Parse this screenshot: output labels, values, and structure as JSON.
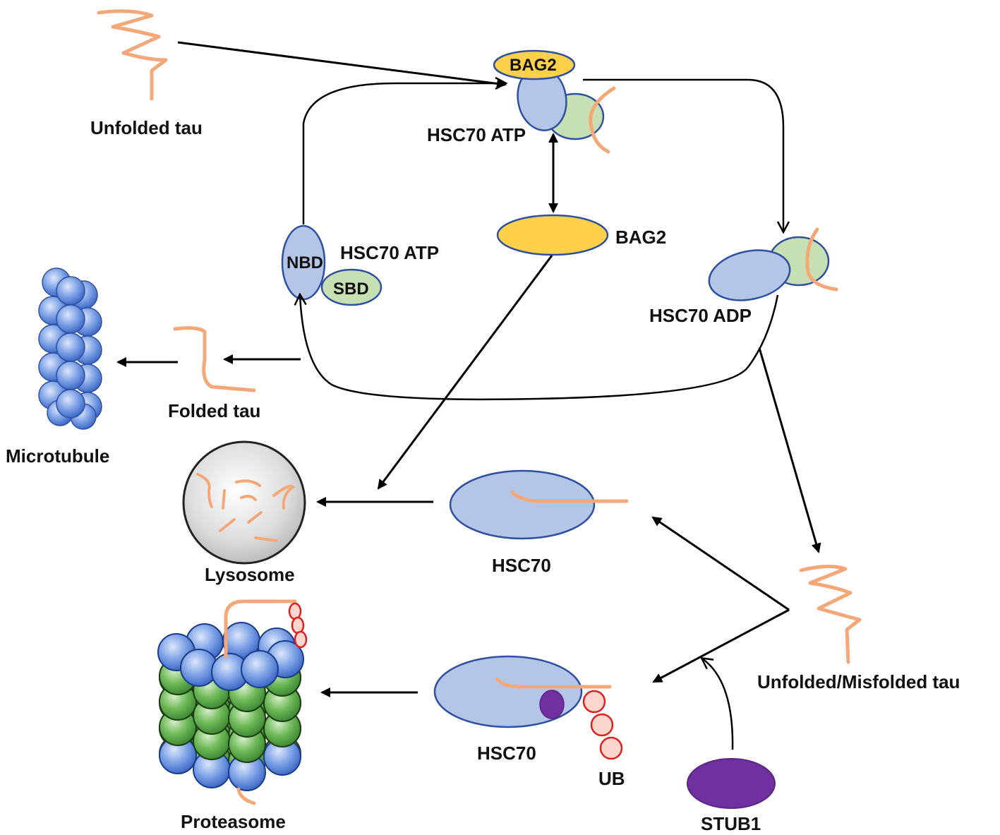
{
  "labels": {
    "unfolded_tau": "Unfolded tau",
    "bag2_top": "BAG2",
    "hsc70_atp_top": "HSC70 ATP",
    "bag2_free": "BAG2",
    "nbd": "NBD",
    "sbd": "SBD",
    "hsc70_atp_left": "HSC70 ATP",
    "hsc70_adp": "HSC70 ADP",
    "folded_tau": "Folded tau",
    "microtubule": "Microtubule",
    "lysosome": "Lysosome",
    "hsc70_middle": "HSC70",
    "unfolded_misfolded_tau": "Unfolded/Misfolded tau",
    "hsc70_bottom": "HSC70",
    "ub": "UB",
    "proteasome": "Proteasome",
    "stub1": "STUB1"
  },
  "colors": {
    "hsc70_blue": "#b4c6e7",
    "sbd_green": "#c6e0b4",
    "bag2_yellow": "#ffd04a",
    "tau_orange": "#f4a878",
    "stub1_purple": "#7030a0",
    "ub_red": "#e02020",
    "microtubule_blue": "#5b84d6",
    "proteasome_green": "#5aa850"
  }
}
